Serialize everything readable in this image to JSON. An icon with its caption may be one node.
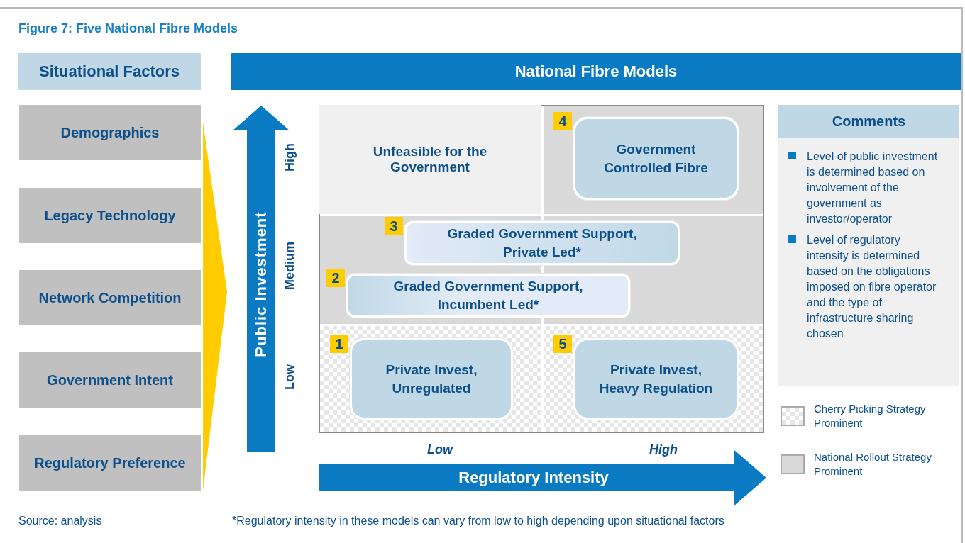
{
  "diagram": {
    "title": "Figure 7: Five National Fibre Models",
    "nodes": [
      {
        "text": [
          "Situational Factors"
        ]
      },
      {
        "text": [
          "Demographics"
        ]
      },
      {
        "text": [
          "Legacy Technology"
        ]
      },
      {
        "text": [
          "Network Competition"
        ]
      },
      {
        "text": [
          "Government Intent"
        ]
      },
      {
        "text": [
          "Regulatory Preference"
        ]
      },
      {
        "text": [
          "National Fibre Models"
        ]
      },
      {
        "text": [
          "Unfeasible for the Government"
        ]
      },
      {
        "text": [
          "Government Controlled Fibre"
        ],
        "beside": [
          "4"
        ]
      },
      {
        "text": [
          "Graded Government Support, Private Led*"
        ],
        "beside": [
          "3"
        ]
      },
      {
        "text": [
          "Graded Government Support, Incumbent Led*"
        ],
        "beside": [
          "2"
        ]
      },
      {
        "text": [
          "Private Invest, Unregulated"
        ],
        "beside": [
          "1"
        ]
      },
      {
        "text": [
          "Private Invest, Heavy Regulation"
        ],
        "beside": [
          "5"
        ]
      },
      {
        "text": [
          "Comments",
          "Level of public investment is determined based on involvement of the government as investor/operator",
          "Level of regulatory intensity is determined based on the obligations imposed on fibre operator and the type of infrastructure sharing chosen"
        ]
      }
    ],
    "edges": [],
    "labels": [
      "Public Investment",
      "High",
      "Medium",
      "Low",
      "Low",
      "High",
      "Regulatory Intensity",
      "Source: analysis",
      "*Regulatory intensity in these models can vary from low to high depending upon situational factors"
    ],
    "legend": [
      {
        "text": "Cherry Picking Strategy Prominent"
      },
      {
        "text": "National Rollout Strategy Prominent",
        "color": "#d9d9d9"
      }
    ]
  }
}
